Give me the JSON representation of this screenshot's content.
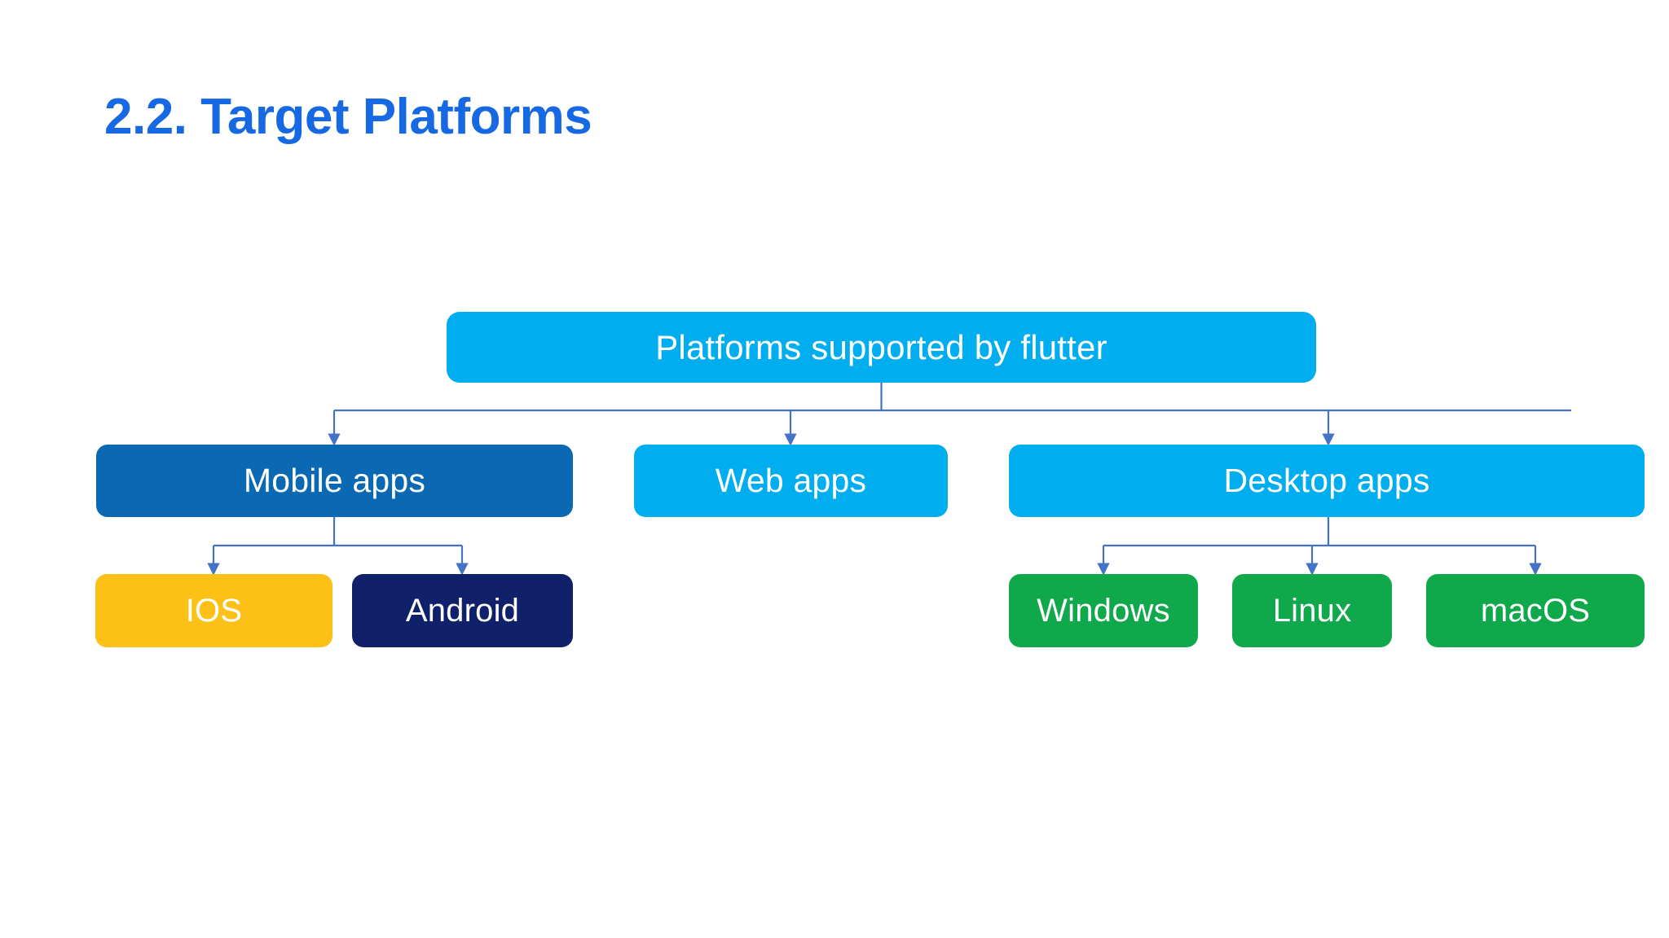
{
  "slide": {
    "title": "2.2. Target Platforms",
    "title_color": "#1668E3",
    "background_color": "#FFFFFF"
  },
  "colors": {
    "cyan": "#00AEEF",
    "blue": "#0B69B4",
    "amber": "#FCC017",
    "navy": "#10206B",
    "green": "#0FA84A",
    "connector": "#4472C4",
    "node_text": "#FFFFFF"
  },
  "diagram": {
    "type": "tree",
    "root": {
      "label": "Platforms supported by flutter",
      "color": "#00AEEF"
    },
    "level2": [
      {
        "label": "Mobile apps",
        "color": "#0B69B4"
      },
      {
        "label": "Web apps",
        "color": "#00AEEF"
      },
      {
        "label": "Desktop apps",
        "color": "#00AEEF"
      }
    ],
    "mobile_children": [
      {
        "label": "IOS",
        "color": "#FCC017"
      },
      {
        "label": "Android",
        "color": "#10206B"
      }
    ],
    "desktop_children": [
      {
        "label": "Windows",
        "color": "#0FA84A"
      },
      {
        "label": "Linux",
        "color": "#0FA84A"
      },
      {
        "label": "macOS",
        "color": "#0FA84A"
      }
    ]
  }
}
